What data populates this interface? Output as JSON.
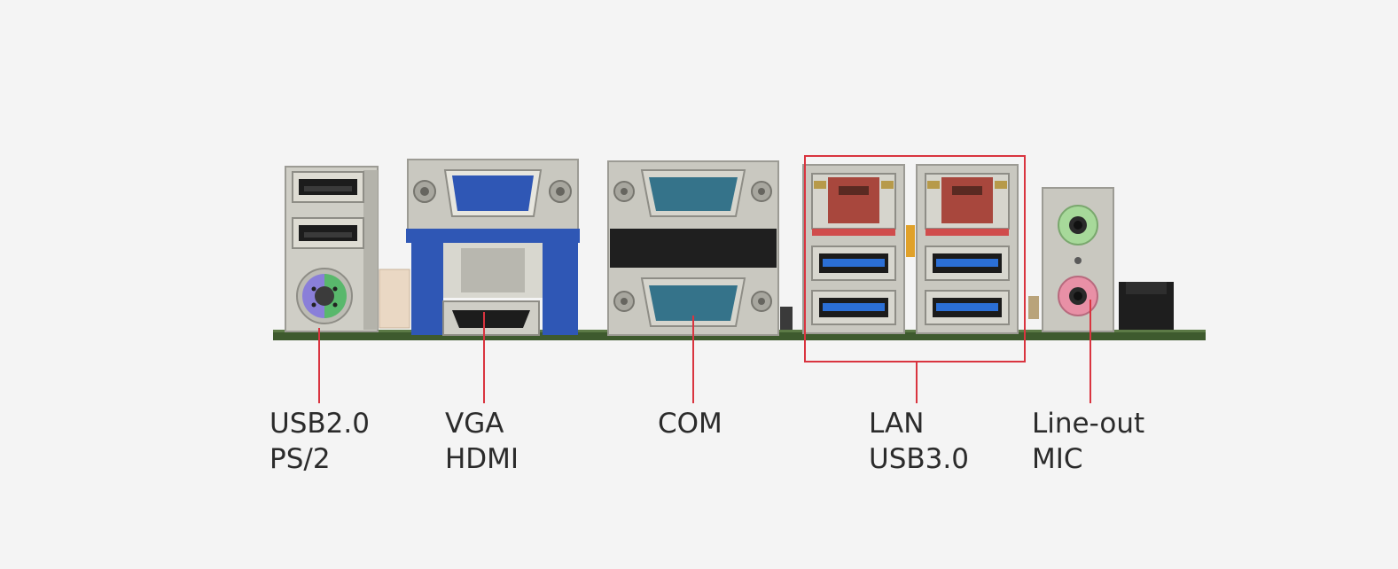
{
  "labels": {
    "usb_ps2": {
      "line1": "USB2.0",
      "line2": "PS/2"
    },
    "vga_hdmi": {
      "line1": "VGA",
      "line2": "HDMI"
    },
    "com": {
      "line1": "COM"
    },
    "lan_usb3": {
      "line1": "LAN",
      "line2": "USB3.0"
    },
    "audio": {
      "line1": "Line-out",
      "line2": "MIC"
    }
  },
  "colors": {
    "background": "#f4f4f4",
    "callout": "#d9343f",
    "pcb": "#3e5a2e",
    "metal": "#c9c8c0",
    "vga_blue": "#2f57b5",
    "usb3_blue": "#2b6fd6",
    "rj45_red": "#a8473d",
    "ps2_purple": "#8a7fd9",
    "ps2_green": "#59b86c",
    "line_out_green": "#a7d99a",
    "mic_pink": "#e890a6"
  }
}
